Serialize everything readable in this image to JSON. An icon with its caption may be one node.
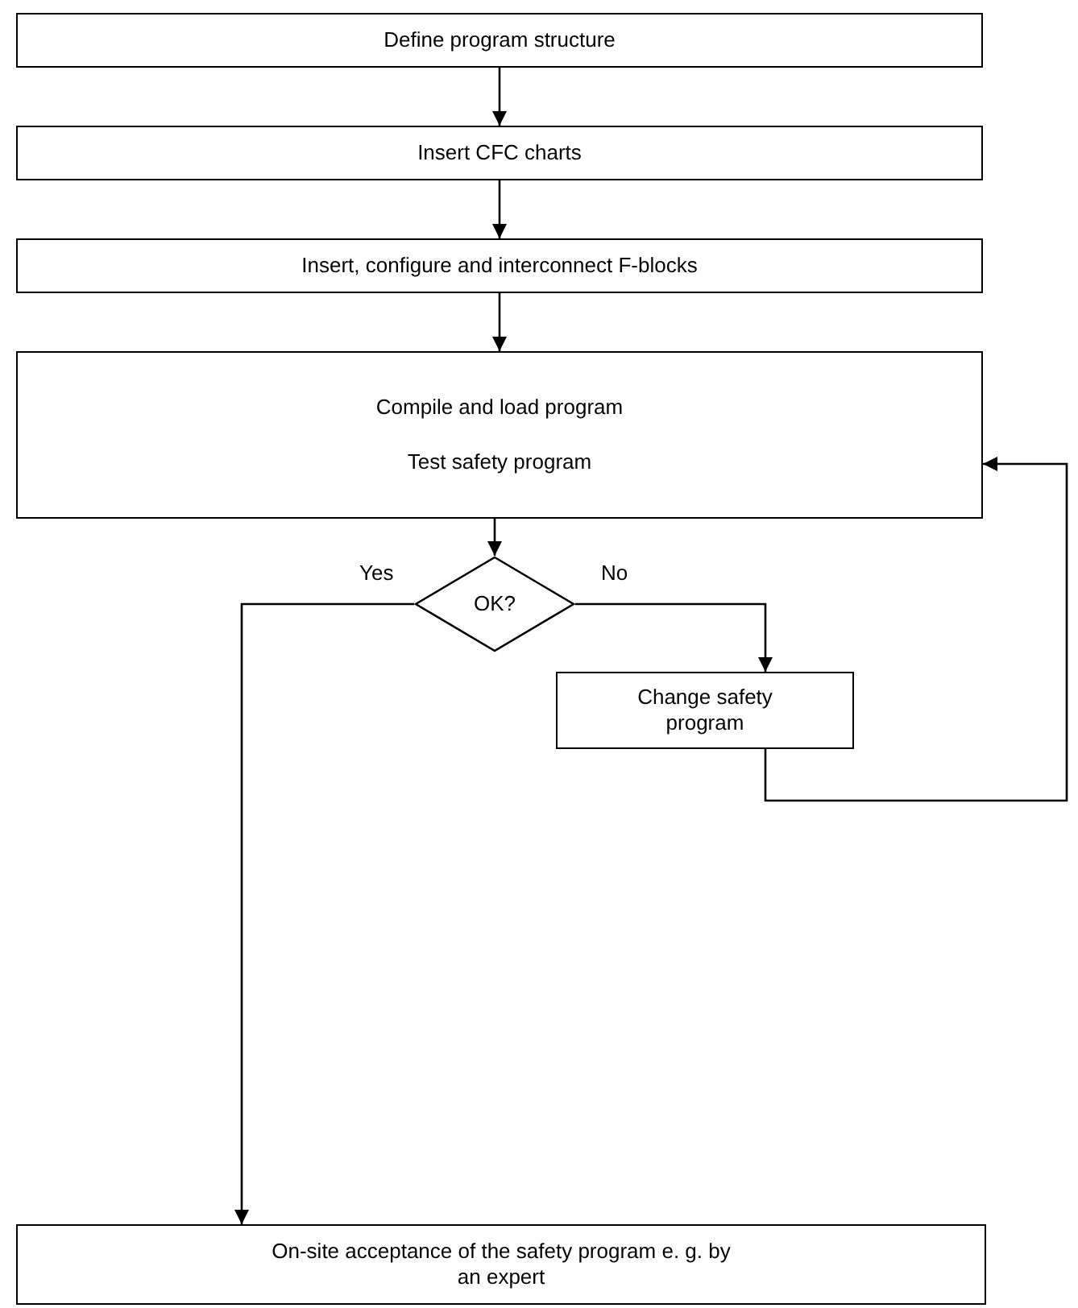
{
  "diagram": {
    "nodes": [
      {
        "text": [
          "Define program structure"
        ]
      },
      {
        "text": [
          "Insert CFC charts"
        ]
      },
      {
        "text": [
          "Insert, configure and interconnect F-blocks"
        ]
      },
      {
        "text": [
          "Compile and load program",
          "Test safety program"
        ]
      },
      {
        "text": [
          "OK?"
        ]
      },
      {
        "text": [
          "Change safety program"
        ]
      },
      {
        "text": [
          "On-site acceptance of the safety program e. g. by an expert"
        ]
      }
    ],
    "edges": [
      {
        "from": 0,
        "to": 1,
        "arrow": "to"
      },
      {
        "from": 1,
        "to": 2,
        "arrow": "to"
      },
      {
        "from": 2,
        "to": 3,
        "arrow": "to"
      },
      {
        "from": 3,
        "to": 4,
        "arrow": "to"
      },
      {
        "from": 4,
        "to": 5,
        "arrow": "to",
        "label": "No"
      },
      {
        "from": 4,
        "to": 6,
        "arrow": "to",
        "label": "Yes"
      },
      {
        "from": 5,
        "to": 3,
        "arrow": "to"
      }
    ]
  }
}
